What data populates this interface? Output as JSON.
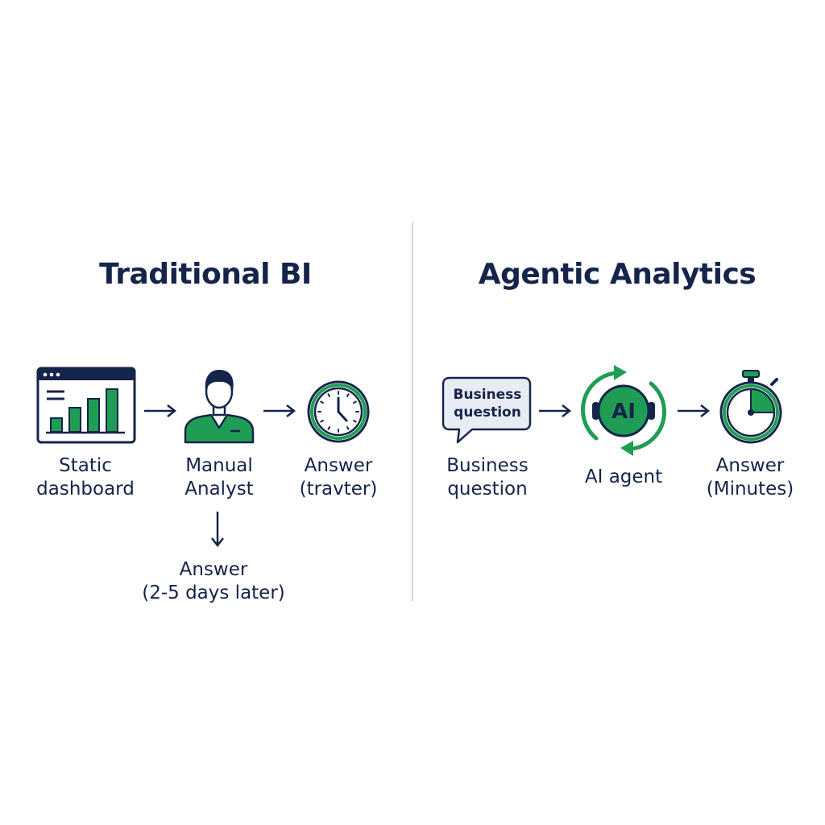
{
  "left": {
    "title": "Traditional BI",
    "steps": [
      {
        "icon": "dashboard-icon",
        "label_line1": "Static",
        "label_line2": "dashboard"
      },
      {
        "icon": "analyst-icon",
        "label_line1": "Manual",
        "label_line2": "Analyst"
      },
      {
        "icon": "clock-icon",
        "label_line1": "Answer",
        "label_line2": "(travter)"
      }
    ],
    "delay_answer": {
      "line1": "Answer",
      "line2": "(2-5 days later)"
    }
  },
  "right": {
    "title": "Agentic Analytics",
    "steps": [
      {
        "icon": "speech-bubble-icon",
        "bubble_line1": "Business",
        "bubble_line2": "question",
        "label_line1": "Business",
        "label_line2": "question"
      },
      {
        "icon": "ai-agent-cycle-icon",
        "badge": "AI",
        "label": "AI agent"
      },
      {
        "icon": "stopwatch-icon",
        "label_line1": "Answer",
        "label_line2": "(Minutes)"
      }
    ]
  },
  "colors": {
    "navy": "#15244a",
    "green": "#1f9d55",
    "green_dark": "#167a43",
    "divider": "#d6d6d6"
  }
}
